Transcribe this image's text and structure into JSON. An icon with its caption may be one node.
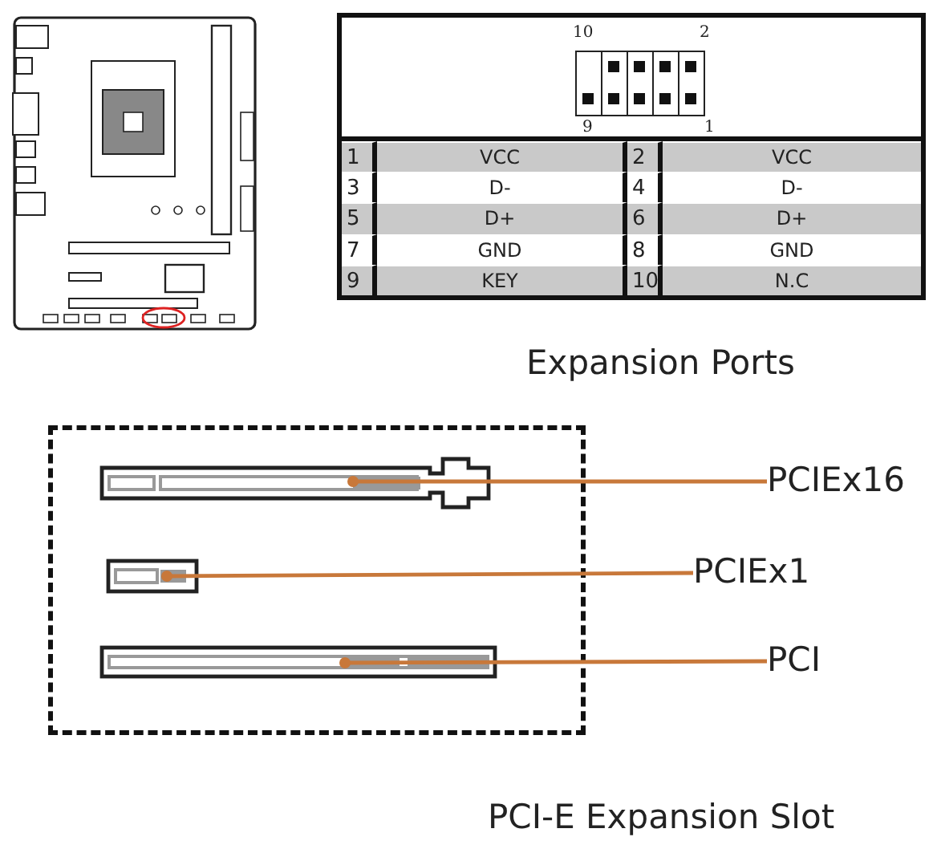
{
  "diagram": {
    "nodes": [
      {
        "text": [
          "PCIEx16"
        ]
      },
      {
        "text": [],
        "shape": "box"
      },
      {
        "text": [
          "PCIEx1"
        ]
      },
      {
        "text": [],
        "shape": "box"
      },
      {
        "text": [
          "PCI"
        ]
      },
      {
        "text": [],
        "shape": "box"
      }
    ],
    "edges": [
      {
        "from": 0,
        "to": 1,
        "arrow": "other"
      },
      {
        "from": 2,
        "to": 3,
        "arrow": "other"
      },
      {
        "from": 4,
        "to": 5,
        "arrow": "other"
      }
    ],
    "labels": [
      "10",
      "2",
      "9",
      "1",
      "1",
      "VCC",
      "2",
      "VCC",
      "3",
      "D-",
      "4",
      "D-",
      "5",
      "D+",
      "6",
      "D+",
      "7",
      "GND",
      "8",
      "GND",
      "9",
      "KEY",
      "10",
      "N.C",
      "Expansion Ports",
      "PCI-E Expansion Slot"
    ]
  }
}
